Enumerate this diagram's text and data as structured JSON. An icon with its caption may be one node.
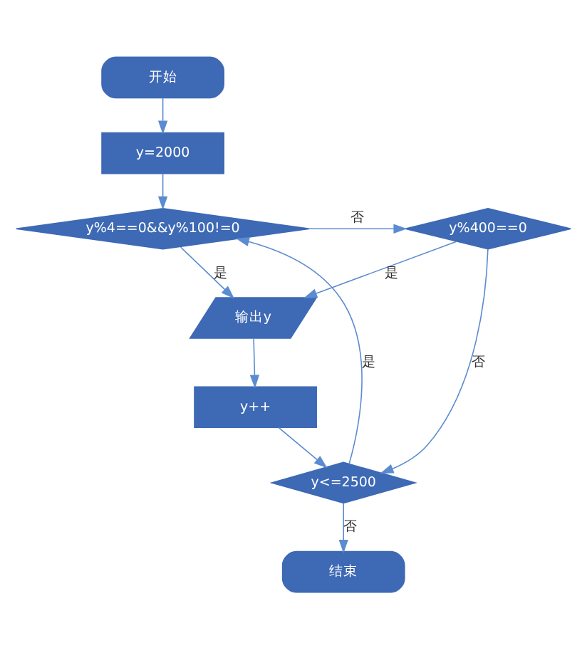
{
  "diagram": {
    "nodes": [
      {
        "text": [
          "开始"
        ]
      },
      {
        "text": [
          "y=2000"
        ]
      },
      {
        "text": [
          "y%4==0&&y%100!=0"
        ]
      },
      {
        "text": [
          "y%400==0"
        ]
      },
      {
        "text": [
          "输出y"
        ]
      },
      {
        "text": [
          "y++"
        ]
      },
      {
        "text": [
          "y<=2500"
        ]
      },
      {
        "text": [
          "结束"
        ]
      }
    ],
    "edges": [
      {
        "from": 0,
        "to": 1,
        "arrow": "to"
      },
      {
        "from": 1,
        "to": 2,
        "arrow": "to"
      },
      {
        "from": 2,
        "to": 3,
        "arrow": "to",
        "label": "否"
      },
      {
        "from": 2,
        "to": 4,
        "arrow": "to",
        "label": "是"
      },
      {
        "from": 3,
        "to": 4,
        "arrow": "to",
        "label": "是"
      },
      {
        "from": 4,
        "to": 5,
        "arrow": "to"
      },
      {
        "from": 5,
        "to": 6,
        "arrow": "to"
      },
      {
        "from": 6,
        "to": 2,
        "arrow": "to",
        "label": "是"
      },
      {
        "from": 3,
        "to": 6,
        "arrow": "to",
        "label": "否"
      },
      {
        "from": 6,
        "to": 7,
        "arrow": "to",
        "label": "否"
      }
    ]
  }
}
